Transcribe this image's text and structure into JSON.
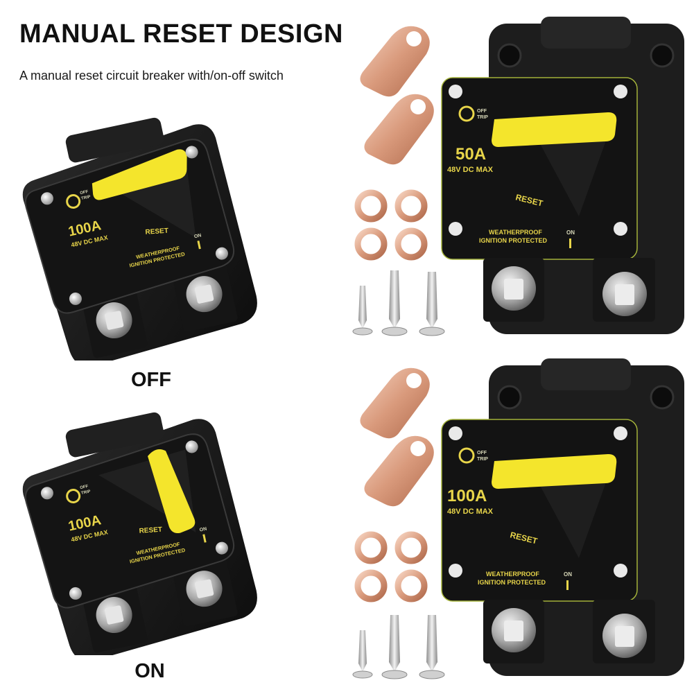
{
  "header": {
    "title": "MANUAL RESET DESIGN",
    "subtitle": "A manual reset circuit breaker with/on-off switch"
  },
  "states": {
    "off_label": "OFF",
    "on_label": "ON"
  },
  "breaker_small_off": {
    "rating": "100A",
    "voltage": "48V DC MAX",
    "reset": "RESET",
    "on": "ON",
    "line1": "WEATHERPROOF",
    "line2": "IGNITION PROTECTED",
    "off_trip_1": "OFF",
    "off_trip_2": "TRIP"
  },
  "breaker_small_on": {
    "rating": "100A",
    "voltage": "48V DC MAX",
    "reset": "RESET",
    "on": "ON",
    "line1": "WEATHERPROOF",
    "line2": "IGNITION PROTECTED",
    "off_trip_1": "OFF",
    "off_trip_2": "TRIP"
  },
  "breaker_kit_top": {
    "rating": "50A",
    "voltage": "48V DC MAX",
    "reset": "RESET",
    "on": "ON",
    "line1": "WEATHERPROOF",
    "line2": "IGNITION PROTECTED",
    "off_trip_1": "OFF",
    "off_trip_2": "TRIP"
  },
  "breaker_kit_bottom": {
    "rating": "100A",
    "voltage": "48V DC MAX",
    "reset": "RESET",
    "on": "ON",
    "line1": "WEATHERPROOF",
    "line2": "IGNITION PROTECTED",
    "off_trip_1": "OFF",
    "off_trip_2": "TRIP"
  },
  "colors": {
    "body": "#1c1c1c",
    "panel": "#111111",
    "lever": "#f4e52c",
    "print": "#e8d54a",
    "copper": "#d99a7c",
    "steel": "#c9c9c9"
  }
}
